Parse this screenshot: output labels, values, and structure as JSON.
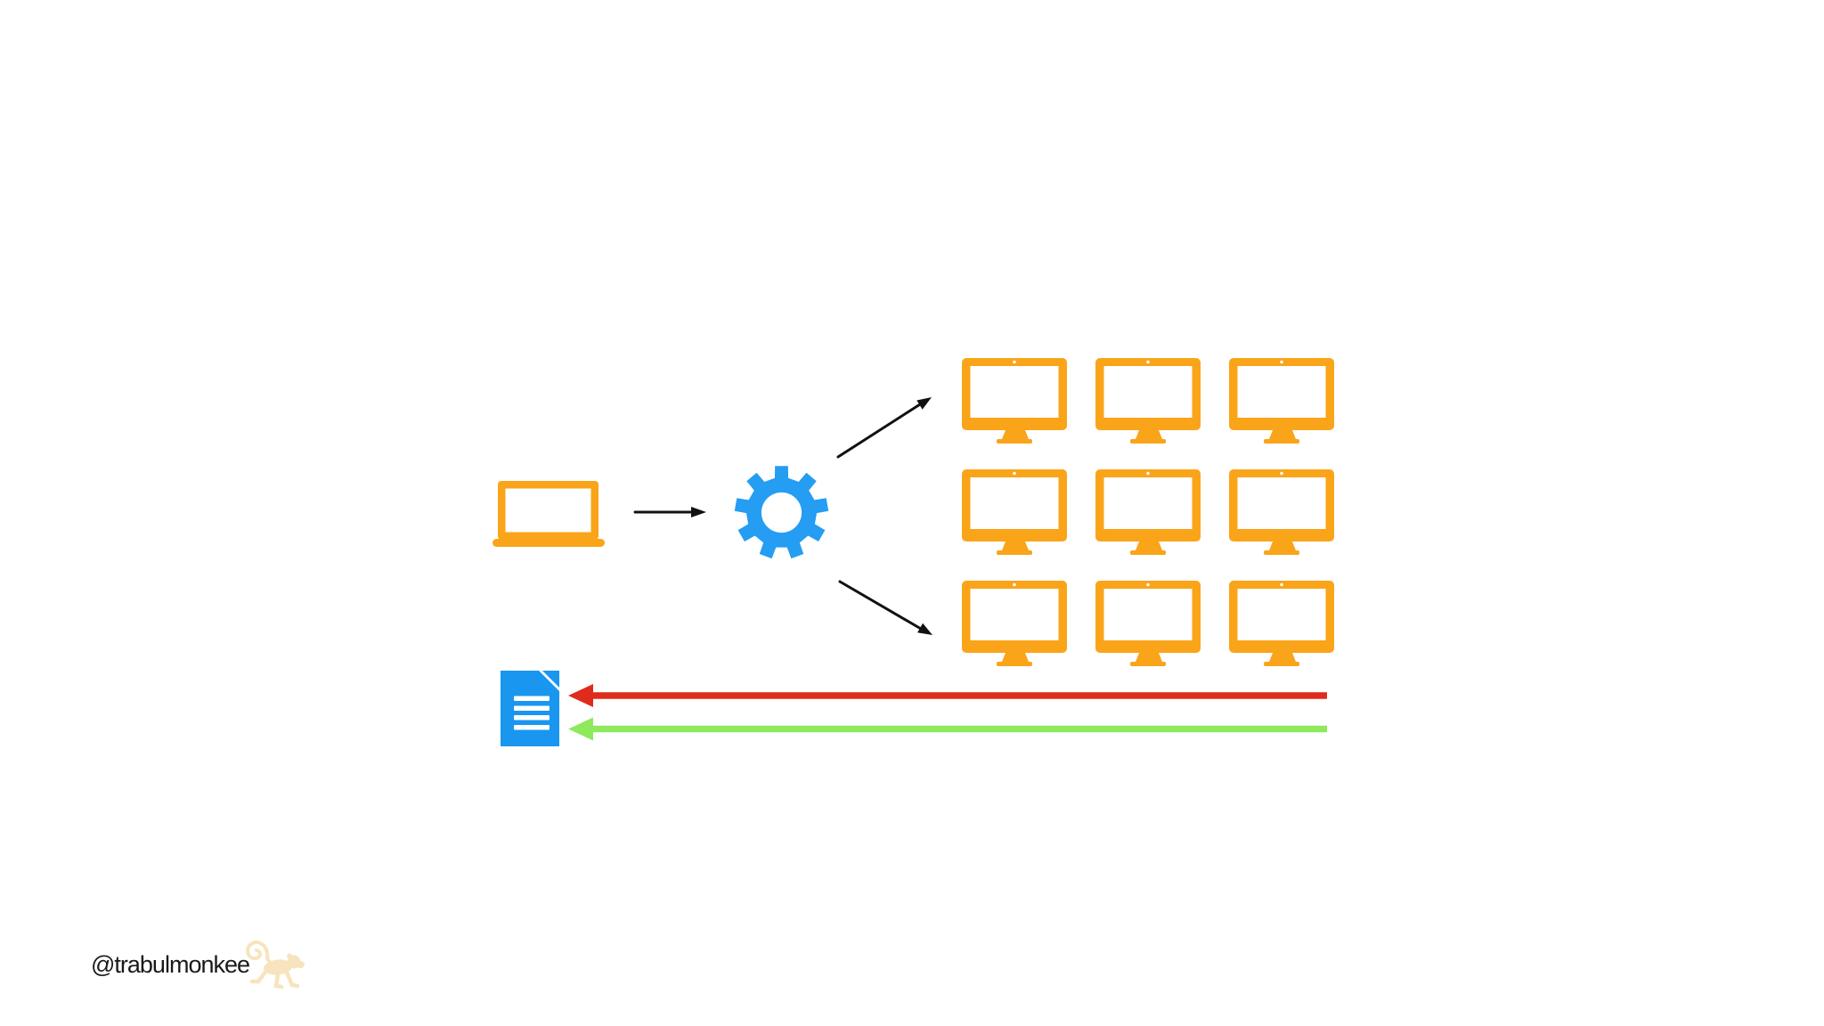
{
  "branding": {
    "handle": "@trabulmonkee"
  },
  "colors": {
    "bg": "#FFFFFF",
    "orange": "#FAA41A",
    "gearblue": "#249DF3",
    "docblue": "#1996F0",
    "black": "#111111",
    "red": "#DF2B1B",
    "green": "#8FE95C",
    "cream": "#F7E3BB",
    "text": "#1A1A1A"
  },
  "diagram": {
    "source_device": "laptop",
    "processor": "gear",
    "target_devices": {
      "type": "desktop-monitor",
      "rows": 3,
      "cols": 3,
      "count": 9
    },
    "output_document": {
      "type": "document",
      "text_lines": 4
    }
  }
}
